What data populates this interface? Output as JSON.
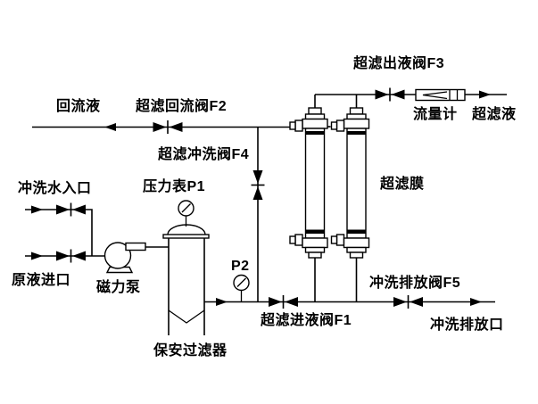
{
  "diagram": {
    "background_color": "#ffffff",
    "line_color": "#000000",
    "labels": {
      "reflux_liquid": "回流液",
      "uf_reflux_valve_f2": "超滤回流阀F2",
      "uf_outlet_valve_f3": "超滤出液阀F3",
      "flow_meter": "流量计",
      "ultrafiltrate": "超滤液",
      "uf_flush_valve_f4": "超滤冲洗阀F4",
      "flush_water_inlet": "冲洗水入口",
      "pressure_gauge_p1": "压力表P1",
      "uf_membrane": "超滤膜",
      "raw_liquid_inlet": "原液进口",
      "magnetic_pump": "磁力泵",
      "pressure_gauge_p2": "P2",
      "flush_drain_valve_f5": "冲洗排放阀F5",
      "uf_inlet_valve_f1": "超滤进液阀F1",
      "flush_drain_outlet": "冲洗排放口",
      "security_filter": "保安过滤器"
    }
  }
}
